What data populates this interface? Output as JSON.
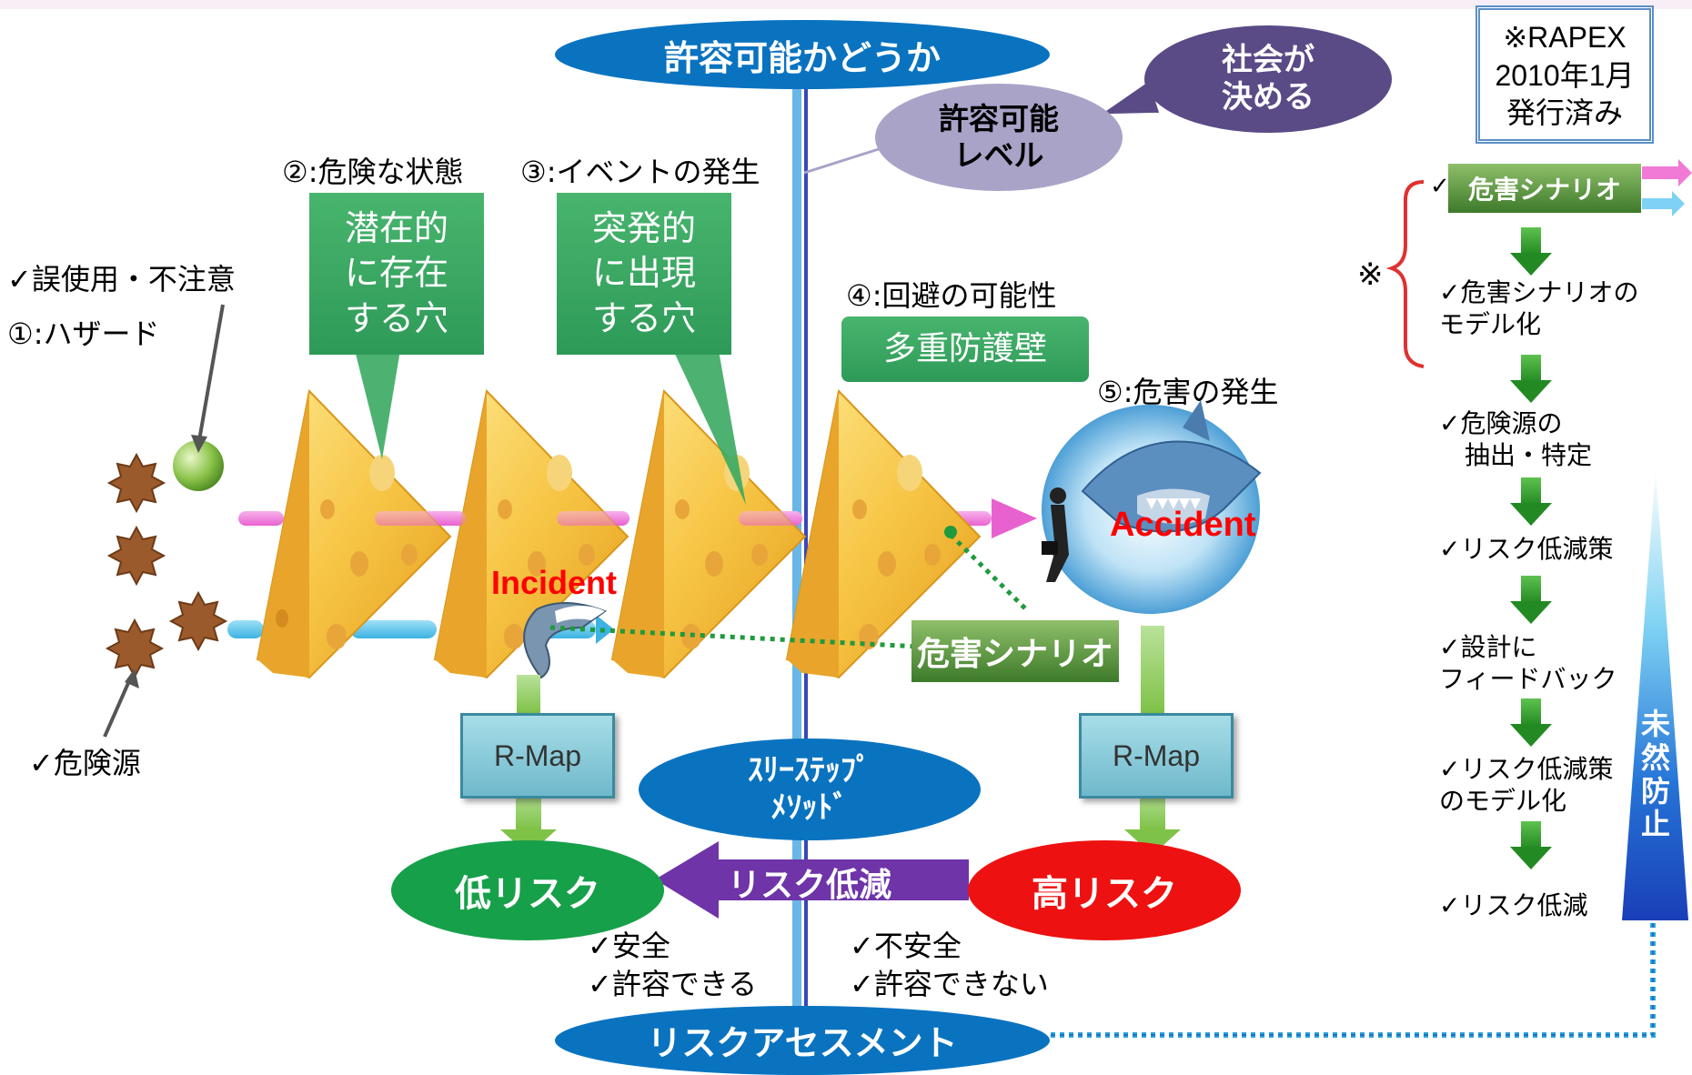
{
  "colors": {
    "oval_blue": "#0a73c0",
    "bubble_lilac": "#a9a3c8",
    "bubble_purple": "#5a4a86",
    "green_box": "#36a460",
    "low_risk": "#17a04a",
    "high_risk": "#ee1111",
    "reduction_arrow": "#6e34a8",
    "incident_red": "#ff0000",
    "hazard_pink": "#f07ad6",
    "hazard_blue": "#41b8e6",
    "cheese": "#f7c545"
  },
  "top_oval": "許容可能かどうか",
  "society_bubble": {
    "line1": "社会が",
    "line2": "決める"
  },
  "acceptable_bubble": {
    "line1": "許容可能",
    "line2": "レベル"
  },
  "rapex_box": {
    "line1": "※RAPEX",
    "line2": "2010年1月",
    "line3": "発行済み"
  },
  "labels": {
    "misuse": "✓誤使用・不注意",
    "hazard": "①:ハザード",
    "danger_state": "②:危険な状態",
    "event": "③:イベントの発生",
    "avoidance": "④:回避の可能性",
    "harm": "⑤:危害の発生",
    "hazard_source": "✓危険源"
  },
  "potential_hole": {
    "line1": "潜在的",
    "line2": "に存在",
    "line3": "する穴"
  },
  "sudden_hole": {
    "line1": "突発的",
    "line2": "に出現",
    "line3": "する穴"
  },
  "multi_barrier": "多重防護壁",
  "incident": "Incident",
  "accident": "Accident",
  "harm_scenario": "危害シナリオ",
  "rmap_left": "R-Map",
  "rmap_right": "R-Map",
  "three_step": {
    "line1": "ｽﾘｰｽﾃｯﾌﾟ",
    "line2": "ﾒｿｯﾄﾞ"
  },
  "low_risk": "低リスク",
  "high_risk": "高リスク",
  "risk_reduction": "リスク低減",
  "safe": {
    "line1": "✓安全",
    "line2": "✓許容できる"
  },
  "unsafe": {
    "line1": "✓不安全",
    "line2": "✓許容できない"
  },
  "bottom_oval": "リスクアセスメント",
  "right_panel": {
    "check_mark": "✓",
    "scenario_tag": "危害シナリオ",
    "brace_mark": "※",
    "steps": [
      {
        "line1": "✓危害シナリオの",
        "line2": "モデル化"
      },
      {
        "line1": "✓危険源の",
        "line2": "　抽出・特定"
      },
      {
        "line1": "✓リスク低減策",
        "line2": ""
      },
      {
        "line1": "✓設計に",
        "line2": "フィードバック"
      },
      {
        "line1": "✓リスク低減策",
        "line2": "のモデル化"
      },
      {
        "line1": "✓リスク低減",
        "line2": ""
      }
    ]
  },
  "prevention": [
    "未",
    "然",
    "防",
    "止"
  ]
}
